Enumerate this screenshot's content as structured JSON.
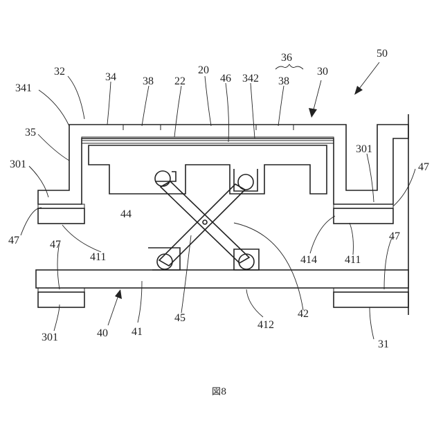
{
  "figure": {
    "caption": "図8",
    "labels": {
      "l50": "50",
      "l36": "36",
      "l32": "32",
      "l34": "34",
      "l38a": "38",
      "l22": "22",
      "l20": "20",
      "l46": "46",
      "l342": "342",
      "l38b": "38",
      "l30": "30",
      "l341": "341",
      "l35": "35",
      "l301a": "301",
      "l301b": "301",
      "l47a": "47",
      "l47b": "47",
      "l47c": "47",
      "l47d": "47",
      "l44": "44",
      "l411a": "411",
      "l411b": "411",
      "l414": "414",
      "l42": "42",
      "l45": "45",
      "l412": "412",
      "l40": "40",
      "l41": "41",
      "l301c": "301",
      "l31": "31"
    }
  }
}
